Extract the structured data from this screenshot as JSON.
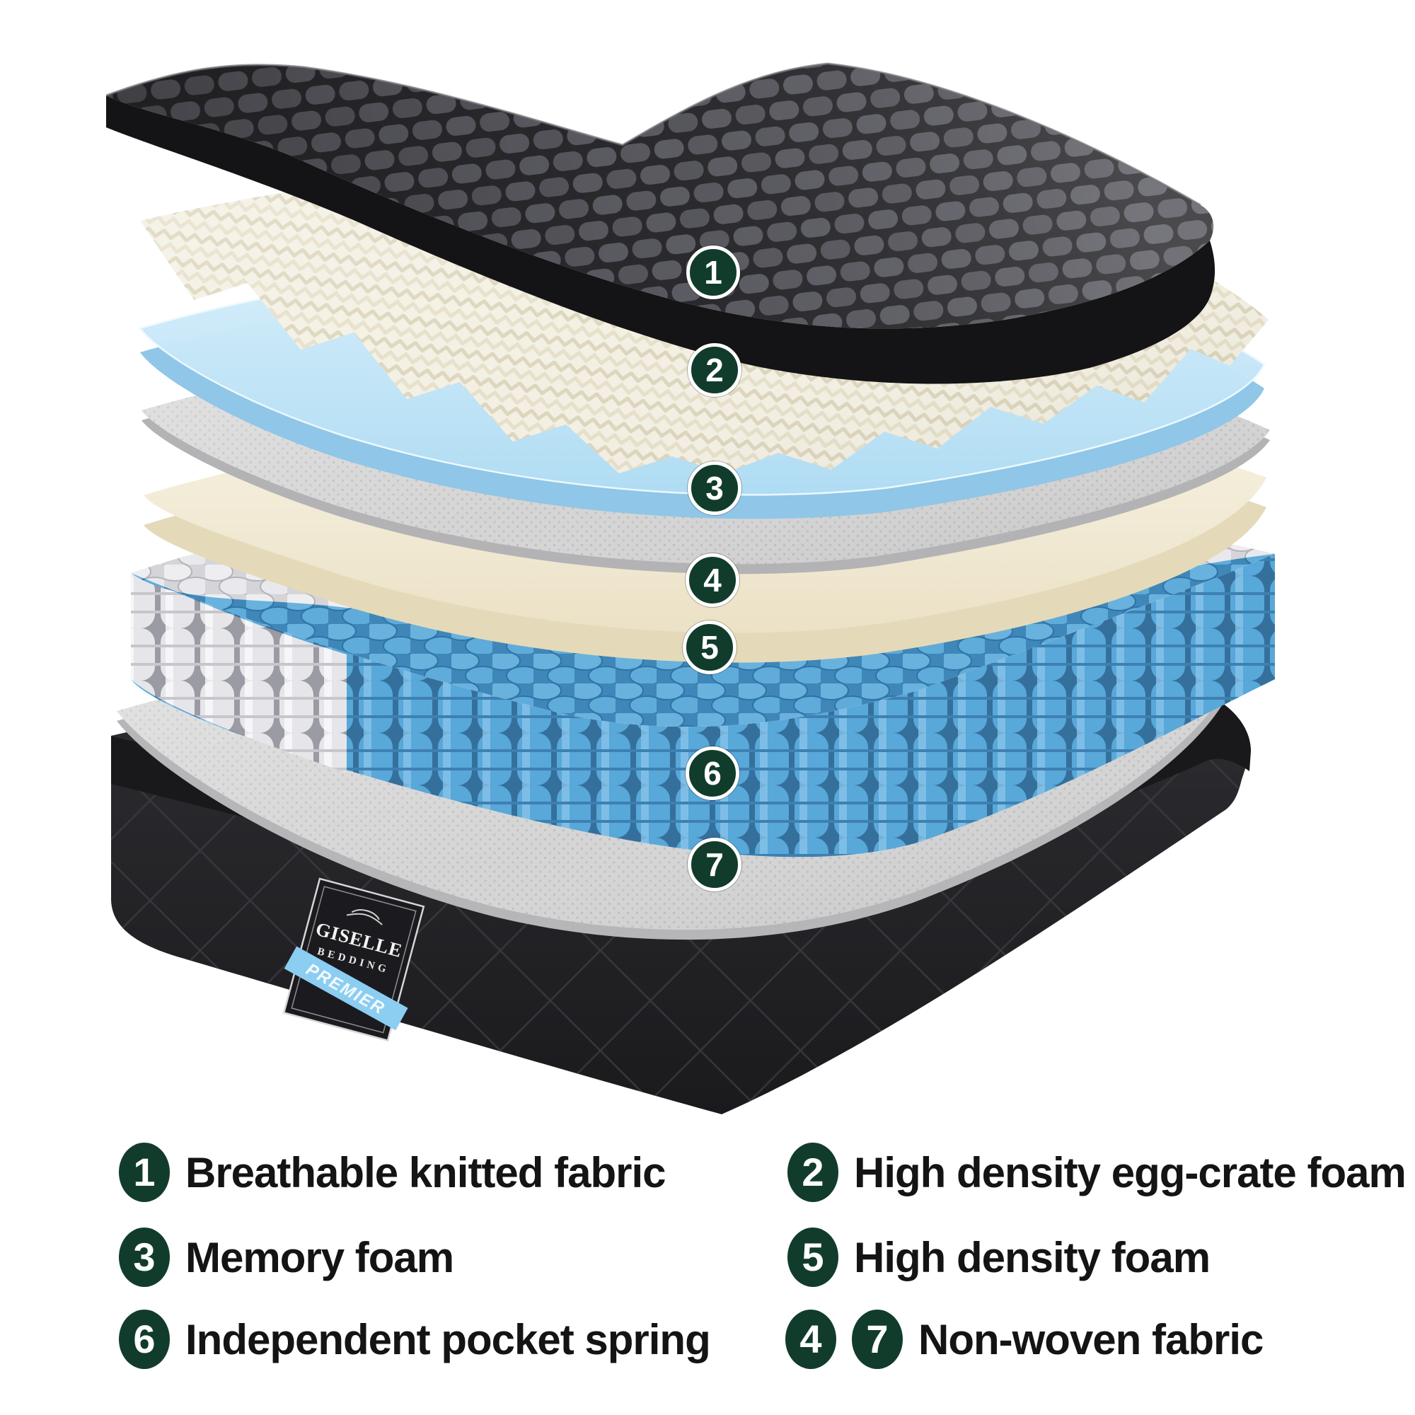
{
  "brand": {
    "line1": "GISELLE",
    "line2": "BEDDING",
    "band": "PREMIER"
  },
  "callouts": [
    {
      "number": "1",
      "layer": "Breathable knitted fabric"
    },
    {
      "number": "2",
      "layer": "High density egg-crate foam"
    },
    {
      "number": "3",
      "layer": "Memory foam"
    },
    {
      "number": "4",
      "layer": "Non-woven fabric"
    },
    {
      "number": "5",
      "layer": "High density foam"
    },
    {
      "number": "6",
      "layer": "Independent pocket spring"
    },
    {
      "number": "7",
      "layer": "Non-woven fabric"
    }
  ],
  "legend": {
    "left": [
      {
        "numbers": [
          "1"
        ],
        "label": "Breathable knitted fabric"
      },
      {
        "numbers": [
          "3"
        ],
        "label": "Memory foam"
      },
      {
        "numbers": [
          "6"
        ],
        "label": "Independent pocket spring"
      }
    ],
    "right": [
      {
        "numbers": [
          "2"
        ],
        "label": "High density egg-crate foam"
      },
      {
        "numbers": [
          "5"
        ],
        "label": "High density foam"
      },
      {
        "numbers": [
          "4",
          "7"
        ],
        "label": "Non-woven fabric"
      }
    ]
  },
  "colors": {
    "badge_green": "#113c2c",
    "fabric_dark": "#3c3c40",
    "egg_crate_cream": "#f3f0e3",
    "memory_foam_blue": "#c9e7f8",
    "nonwoven_gray": "#d5d5d6",
    "foam_cream": "#f4efdc",
    "spring_blue": "#58a8d9",
    "base_black": "#232327",
    "premier_band_blue": "#8ccdf2"
  }
}
